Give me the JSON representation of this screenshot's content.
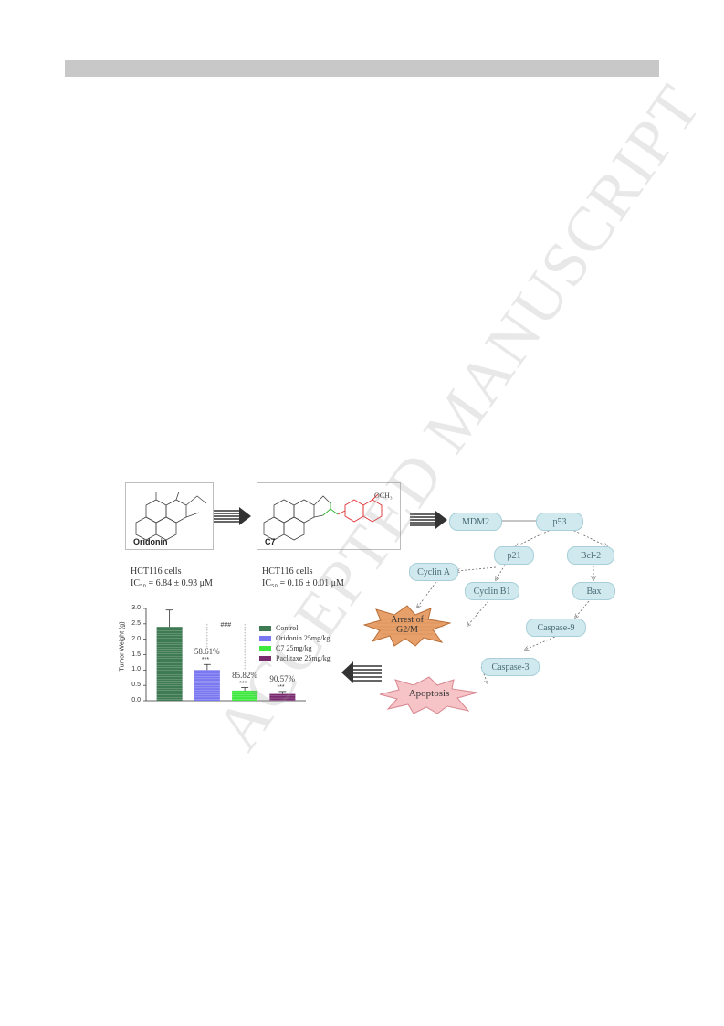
{
  "watermark": "ACCEPTED MANUSCRIPT",
  "structures": {
    "oridonin": {
      "name": "Oridonin",
      "cells": "HCT116 cells",
      "ic50": "IC₅₀ = 6.84 ± 0.93 μM"
    },
    "c7": {
      "name": "C7",
      "cells": "HCT116 cells",
      "ic50": "IC₅₀ = 0.16 ± 0.01 μM",
      "substituent": "OCH₃"
    }
  },
  "pathway": {
    "mdm2": "MDM2",
    "p53": "p53",
    "p21": "p21",
    "bcl2": "Bcl-2",
    "cyclin_a": "Cyclin A",
    "cyclin_b1": "Cyclin B1",
    "bax": "Bax",
    "caspase9": "Caspase-9",
    "caspase3": "Caspase-3",
    "arrest": "Arrest of G2/M",
    "apoptosis": "Apoptosis"
  },
  "chart_data": {
    "type": "bar",
    "ylabel": "Tumor Weight (g)",
    "ylim": [
      0,
      3.0
    ],
    "yticks": [
      "0.0",
      "0.5",
      "1.0",
      "1.5",
      "2.0",
      "2.5",
      "3.0"
    ],
    "categories": [
      "Control",
      "Oridonin 25mg/kg",
      "C7 25mg/kg",
      "Paclitaxe 25mg/kg"
    ],
    "values": [
      2.4,
      1.0,
      0.33,
      0.22
    ],
    "errors": [
      0.55,
      0.18,
      0.1,
      0.08
    ],
    "colors": [
      "#3e7a52",
      "#7a78f0",
      "#3ee83e",
      "#7a2a6e"
    ],
    "inhibition": [
      "",
      "58.61%",
      "85.82%",
      "90.57%"
    ],
    "significance": [
      "",
      "***",
      "***",
      "***"
    ],
    "bracket_label": "###"
  }
}
